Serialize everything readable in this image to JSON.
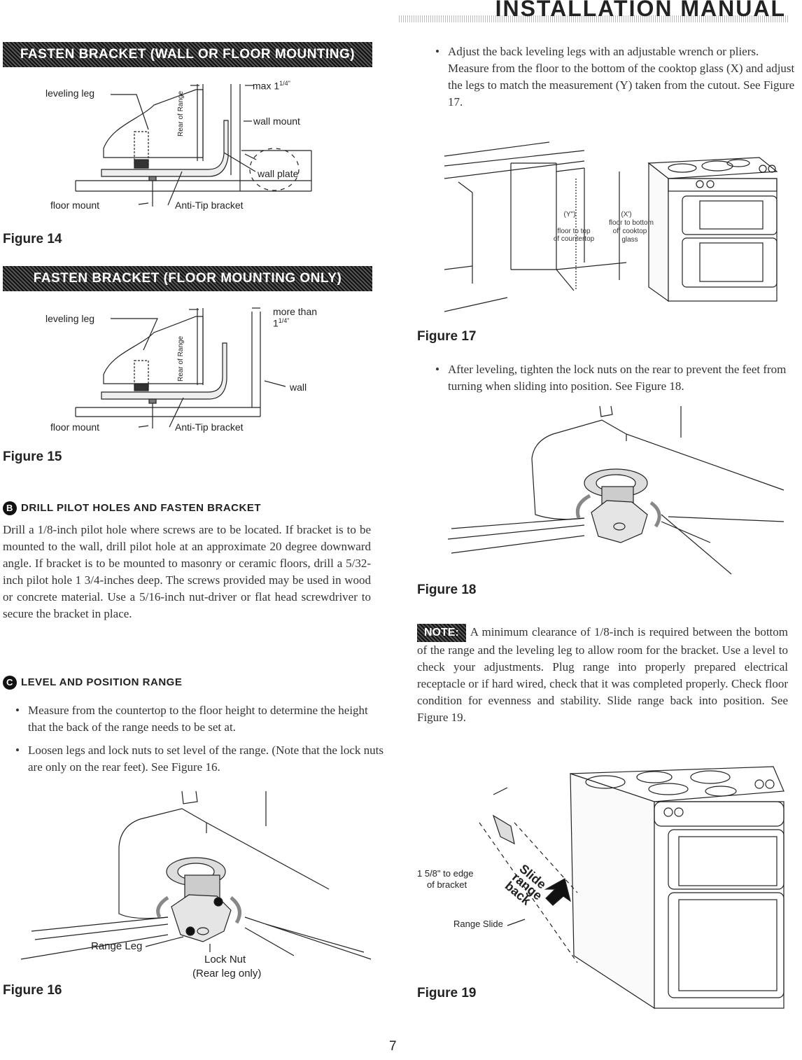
{
  "header": {
    "title": "INSTALLATION MANUAL"
  },
  "fig14": {
    "banner": "FASTEN BRACKET (WALL OR FLOOR MOUNTING)",
    "caption": "Figure 14",
    "labels": {
      "leveling_leg": "leveling leg",
      "max": "max 1",
      "max_frac": "1/4\"",
      "rear_of_range": "Rear of Range",
      "wall_mount": "wall mount",
      "wall_plate": "wall plate",
      "floor_mount": "floor mount",
      "anti_tip": "Anti-Tip bracket"
    }
  },
  "fig15": {
    "banner": "FASTEN BRACKET (FLOOR MOUNTING ONLY)",
    "caption": "Figure 15",
    "labels": {
      "leveling_leg": "leveling leg",
      "more_than": "more than",
      "more_than_val": "1",
      "more_than_frac": "1/4\"",
      "rear_of_range": "Rear of Range",
      "wall": "wall",
      "floor_mount": "floor mount",
      "anti_tip": "Anti-Tip bracket"
    }
  },
  "section_b": {
    "badge": "B",
    "heading": "DRILL PILOT HOLES AND FASTEN BRACKET",
    "body": "Drill a 1/8-inch pilot hole where screws are to be located. If bracket is to be mounted to the wall, drill pilot hole at an approximate 20 degree downward angle. If bracket is to be mounted to masonry or ceramic floors, drill a 5/32-inch pilot hole 1 3/4-inches deep. The screws provided may be used in wood or concrete material. Use a 5/16-inch nut-driver or flat head screwdriver to secure the bracket in place."
  },
  "section_c": {
    "badge": "C",
    "heading": "LEVEL AND POSITION RANGE",
    "bullets": [
      "Measure from the countertop to the floor height to determine the height that the back of the range needs to be set at.",
      "Loosen legs and lock nuts to set level of the range. (Note that the lock nuts are only on the rear feet). See Figure 16."
    ]
  },
  "fig16": {
    "caption": "Figure 16",
    "labels": {
      "range_leg": "Range Leg",
      "lock_nut": "Lock Nut",
      "rear_leg": "(Rear leg only)"
    }
  },
  "right_col": {
    "bullet_adjust": "Adjust the back leveling legs with an adjustable wrench or pliers. Measure from the floor to the bottom of the cooktop glass (X) and adjust the legs to match the measurement (Y) taken from the cutout. See Figure 17.",
    "bullet_after": "After leveling, tighten the lock nuts on the rear to prevent the feet from turning when sliding into position. See Figure 18.",
    "note_badge": "NOTE:",
    "note_text": "A minimum clearance of 1/8-inch is required between the bottom of the range and the leveling leg to allow room for the bracket. Use a level to check your adjustments. Plug range into properly prepared electrical receptacle or if hard wired, check that it was completed properly. Check floor condition for evenness and stability. Slide range back into position. See Figure 19."
  },
  "fig17": {
    "caption": "Figure 17",
    "labels": {
      "y": "(Y\")",
      "y_desc1": "floor to top",
      "y_desc2": "of countertop",
      "x": "(X')",
      "x_desc1": "floor to bottom",
      "x_desc2": "off cooktop",
      "x_desc3": "glass"
    }
  },
  "fig18": {
    "caption": "Figure 18"
  },
  "fig19": {
    "caption": "Figure 19",
    "labels": {
      "edge": "1 5/8\" to edge",
      "edge2": "of bracket",
      "range_slide": "Range Slide",
      "slide1": "Slide",
      "slide2": "range",
      "slide3": "back"
    }
  },
  "page_number": "7"
}
